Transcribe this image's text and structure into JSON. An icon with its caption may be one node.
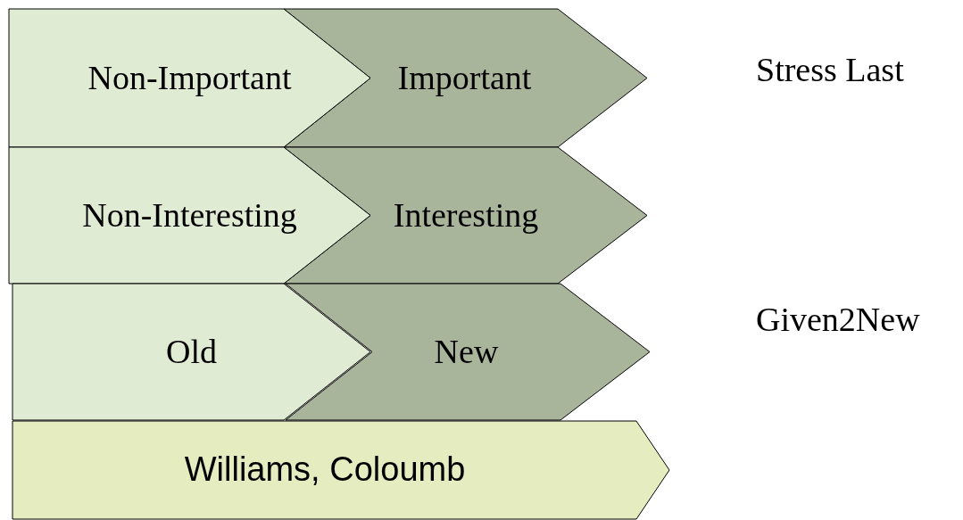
{
  "diagram": {
    "nodes": [
      {
        "text": [
          "Non-Important"
        ]
      },
      {
        "text": [
          "Important"
        ]
      },
      {
        "text": [
          "Non-Interesting"
        ]
      },
      {
        "text": [
          "Interesting"
        ]
      },
      {
        "text": [
          "Old"
        ]
      },
      {
        "text": [
          "New"
        ]
      },
      {
        "text": [
          "Williams, Coloumb"
        ]
      }
    ],
    "labels": [
      "Stress Last",
      "Given2New"
    ]
  }
}
